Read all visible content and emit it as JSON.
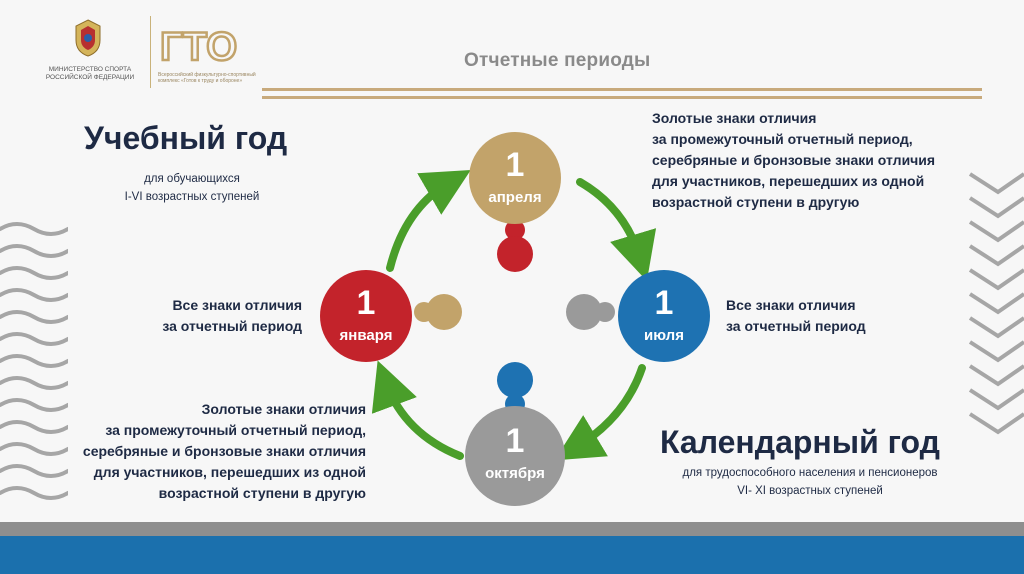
{
  "header": {
    "ministry": "МИНИСТЕРСТВО СПОРТА РОССИЙСКОЙ ФЕДЕРАЦИИ",
    "gto_logo": "ГТО",
    "gto_subtitle": "Всероссийский физкультурно-спортивный комплекс «Готов к труду и обороне»",
    "title": "Отчетные периоды"
  },
  "study_year": {
    "title": "Учебный год",
    "line1": "для обучающихся",
    "line2": "I-VI возрастных ступеней"
  },
  "calendar_year": {
    "title": "Календарный год",
    "line1": "для трудоспособного населения и пенсионеров",
    "line2": "VI- XI возрастных ступеней"
  },
  "texts": {
    "top_right": [
      "Золотые знаки отличия",
      "за промежуточный отчетный период,",
      "серебряные и бронзовые знаки отличия",
      "для участников, перешедших из одной",
      "возрастной ступени в другую"
    ],
    "left_mid": [
      "Все знаки отличия",
      "за отчетный период"
    ],
    "right_mid": [
      "Все знаки отличия",
      "за отчетный период"
    ],
    "bottom_left": [
      "Золотые знаки отличия",
      "за промежуточный отчетный период,",
      "серебряные и бронзовые знаки отличия",
      "для участников, перешедших из одной",
      "возрастной ступени в другую"
    ]
  },
  "dates": {
    "april": {
      "num": "1",
      "month": "апреля",
      "color": "#c2a36a"
    },
    "january": {
      "num": "1",
      "month": "января",
      "color": "#c3232b"
    },
    "july": {
      "num": "1",
      "month": "июля",
      "color": "#1e72b2"
    },
    "october": {
      "num": "1",
      "month": "октября",
      "color": "#9a9a9a"
    }
  },
  "colors": {
    "arrow": "#4a9e2a",
    "title_text": "#1e2a44",
    "gold_rule": "#c8aa7c",
    "footer_blue": "#1b70ad"
  }
}
